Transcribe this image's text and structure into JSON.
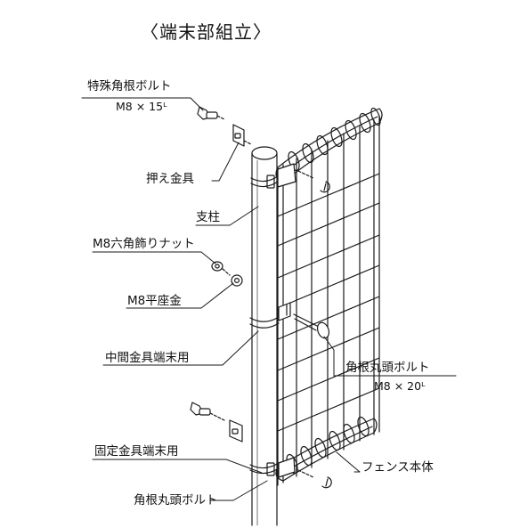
{
  "title": "〈端末部組立〉",
  "labels": {
    "special_bolt": "特殊角根ボルト",
    "special_bolt_size": "M8 × 15ᴸ",
    "presser": "押え金具",
    "post": "支柱",
    "hex_nut": "M8六角飾りナット",
    "washer": "M8平座金",
    "mid_bracket": "中間金具端末用",
    "carriage_bolt": "角根丸頭ボルト",
    "carriage_bolt_size": "M8 × 20ᴸ",
    "fixed_bracket": "固定金具端末用",
    "fence_body": "フェンス本体",
    "bottom_bolt": "角根丸頭ボルト"
  },
  "colors": {
    "line": "#1a1a1a",
    "background": "#ffffff"
  }
}
